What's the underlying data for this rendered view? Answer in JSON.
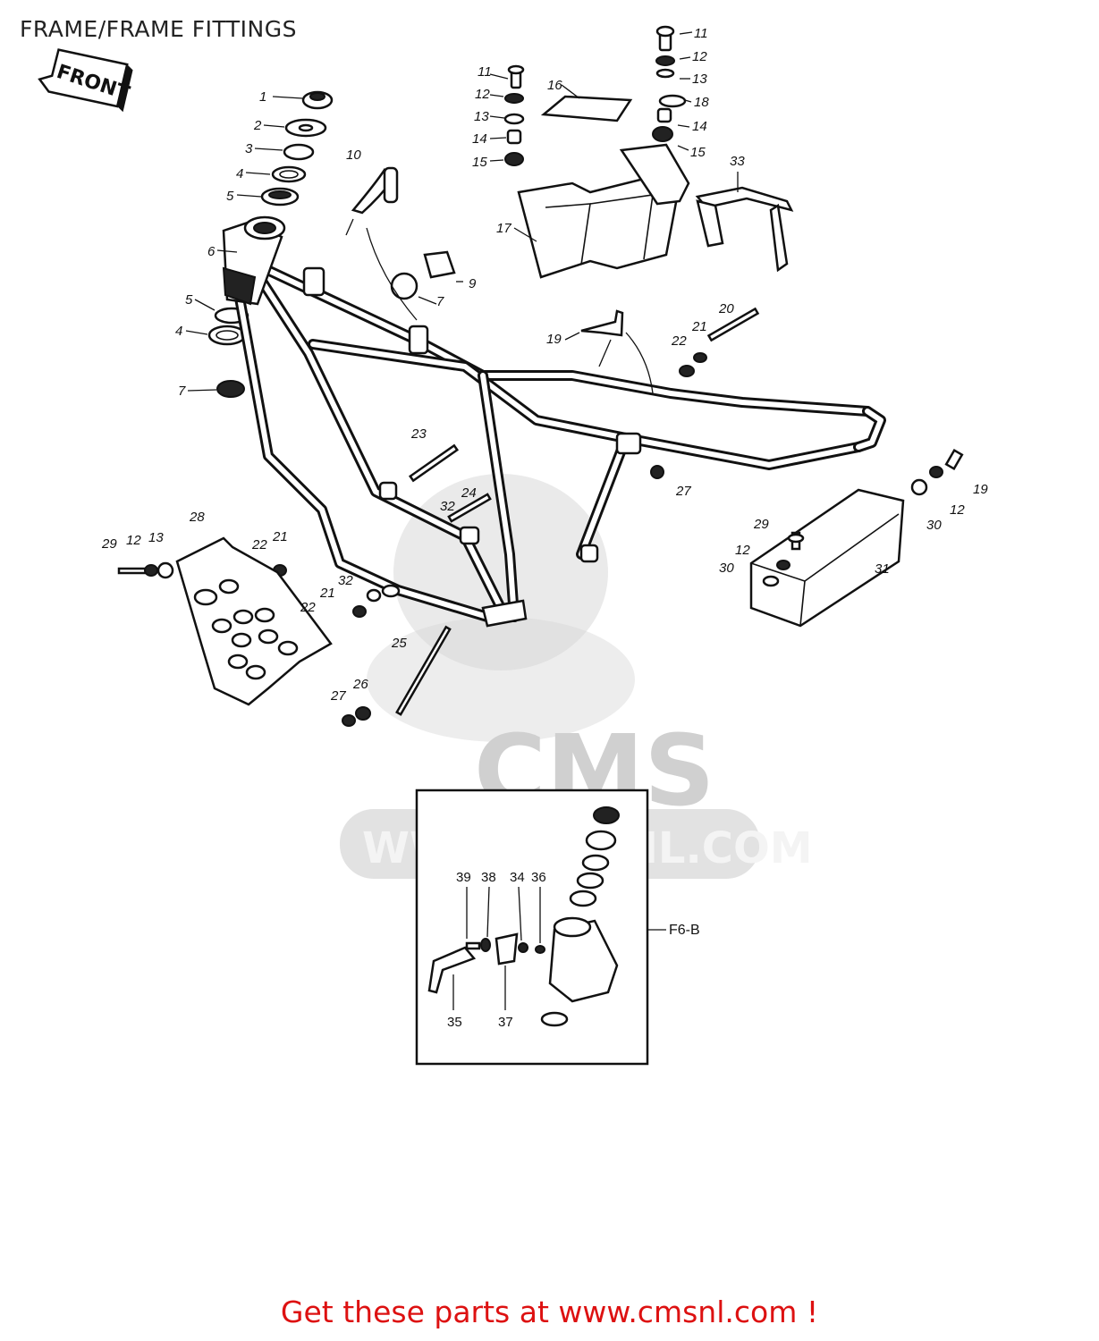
{
  "title": "FRAME/FRAME FITTINGS",
  "front_tag": "FRONT",
  "watermark": {
    "brand": "CMS",
    "url": "WWW.CMSNL.COM"
  },
  "inset_label": "F6-B",
  "labels": {
    "p1": "1",
    "p2": "2",
    "p3": "3",
    "p4a": "4",
    "p5a": "5",
    "p6": "6",
    "p5b": "5",
    "p4b": "4",
    "p7a": "7",
    "p10": "10",
    "p9": "9",
    "p7b": "7",
    "p11a": "11",
    "p12a": "12",
    "p13a": "13",
    "p14a": "14",
    "p15a": "15",
    "p16": "16",
    "p17": "17",
    "p11b": "11",
    "p12b": "12",
    "p13b": "13",
    "p18": "18",
    "p14b": "14",
    "p15b": "15",
    "p33": "33",
    "p19a": "19",
    "p20": "20",
    "p21a": "21",
    "p22a": "22",
    "p23": "23",
    "p24": "24",
    "p32a": "32",
    "p27a": "27",
    "p28": "28",
    "p29a": "29",
    "p12c": "12",
    "p13c": "13",
    "p22b": "22",
    "p21b": "21",
    "p32b": "32",
    "p21c": "21",
    "p22c": "22",
    "p25": "25",
    "p27b": "27",
    "p26": "26",
    "p19b": "19",
    "p12d": "12",
    "p30a": "30",
    "p29b": "29",
    "p12e": "12",
    "p30b": "30",
    "p31": "31",
    "p39": "39",
    "p38": "38",
    "p34": "34",
    "p36": "36",
    "p35": "35",
    "p37": "37"
  },
  "footer": "Get these parts at www.cmsnl.com !"
}
